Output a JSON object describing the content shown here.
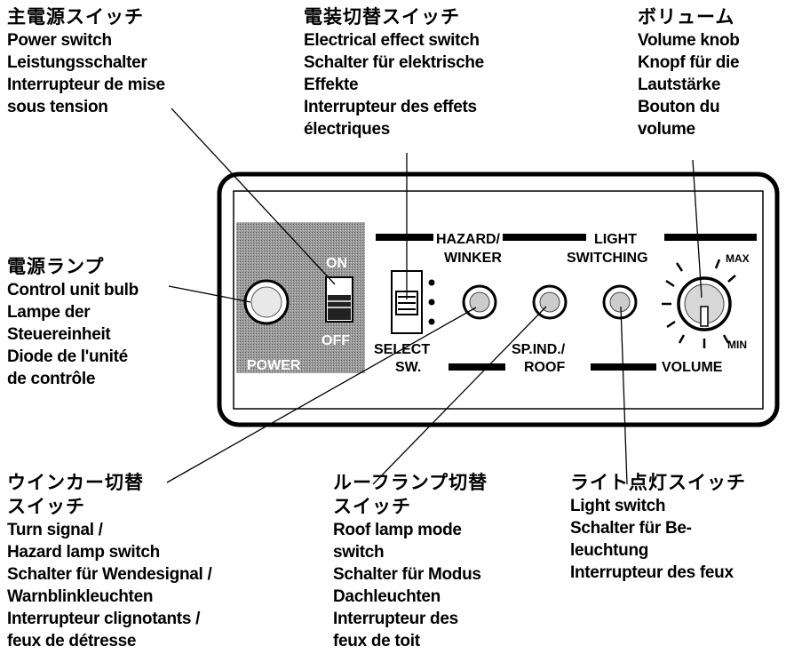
{
  "callouts": {
    "power_switch": {
      "jp": "主電源スイッチ",
      "lines": [
        "Power switch",
        "Leistungsschalter",
        "Interrupteur de mise",
        "sous tension"
      ]
    },
    "effect_switch": {
      "jp": "電装切替スイッチ",
      "lines": [
        "Electrical effect switch",
        "Schalter für elektrische",
        "Effekte",
        "Interrupteur des effets",
        "électriques"
      ]
    },
    "volume_knob": {
      "jp": "ボリューム",
      "lines": [
        "Volume knob",
        "Knopf für die",
        "Lautstärke",
        "Bouton du",
        "volume"
      ]
    },
    "control_bulb": {
      "jp": "電源ランプ",
      "lines": [
        "Control unit bulb",
        "Lampe der",
        "Steuereinheit",
        "Diode de l'unité",
        "de contrôle"
      ]
    },
    "turn_signal": {
      "jp": "ウインカー切替",
      "jp2": "スイッチ",
      "lines": [
        "Turn signal /",
        "Hazard lamp switch",
        "Schalter für Wendesignal /",
        "Warnblinkleuchten",
        "Interrupteur clignotants /",
        "feux de détresse"
      ]
    },
    "roof_lamp": {
      "jp": "ルーフランプ切替",
      "jp2": "スイッチ",
      "lines": [
        "Roof lamp mode",
        "switch",
        "Schalter für Modus",
        "Dachleuchten",
        "Interrupteur des",
        "feux de toit"
      ]
    },
    "light_switch": {
      "jp": "ライト点灯スイッチ",
      "lines": [
        "Light switch",
        "Schalter für Be-",
        "leuchtung",
        "Interrupteur des feux"
      ]
    }
  },
  "panel": {
    "on": "ON",
    "off": "OFF",
    "power": "POWER",
    "select_1": "SELECT",
    "select_2": "SW.",
    "hazard_1": "HAZARD/",
    "hazard_2": "WINKER",
    "light_1": "LIGHT",
    "light_2": "SWITCHING",
    "spind_1": "SP.IND./",
    "spind_2": "ROOF",
    "volume": "VOLUME",
    "max": "MAX",
    "min": "MIN"
  }
}
